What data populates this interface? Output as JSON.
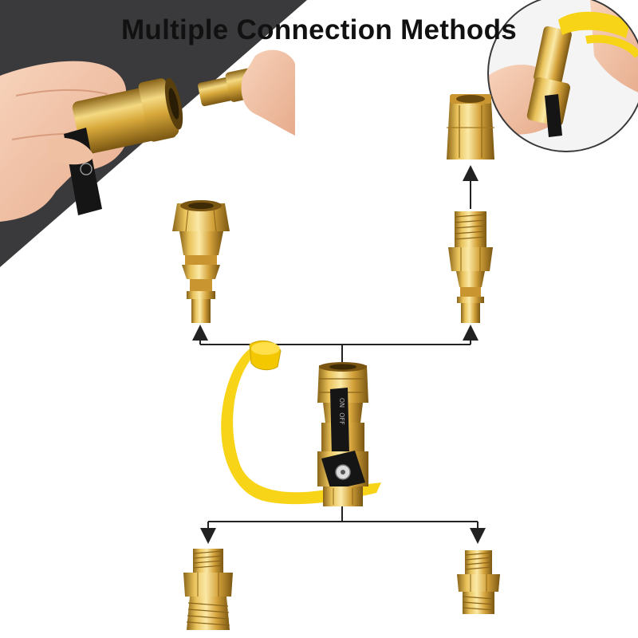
{
  "title": "Multiple Connection Methods",
  "colors": {
    "brass": "#d7a93a",
    "brass_dark": "#8a6418",
    "brass_light": "#f3dc8a",
    "yellow_cap": "#f7d417",
    "dark_panel": "#3a3a3c",
    "arrow": "#222222",
    "black_lever": "#151515",
    "skin": "#f2c6a8"
  },
  "valve_lever": {
    "on_label": "ON",
    "off_label": "OFF"
  }
}
